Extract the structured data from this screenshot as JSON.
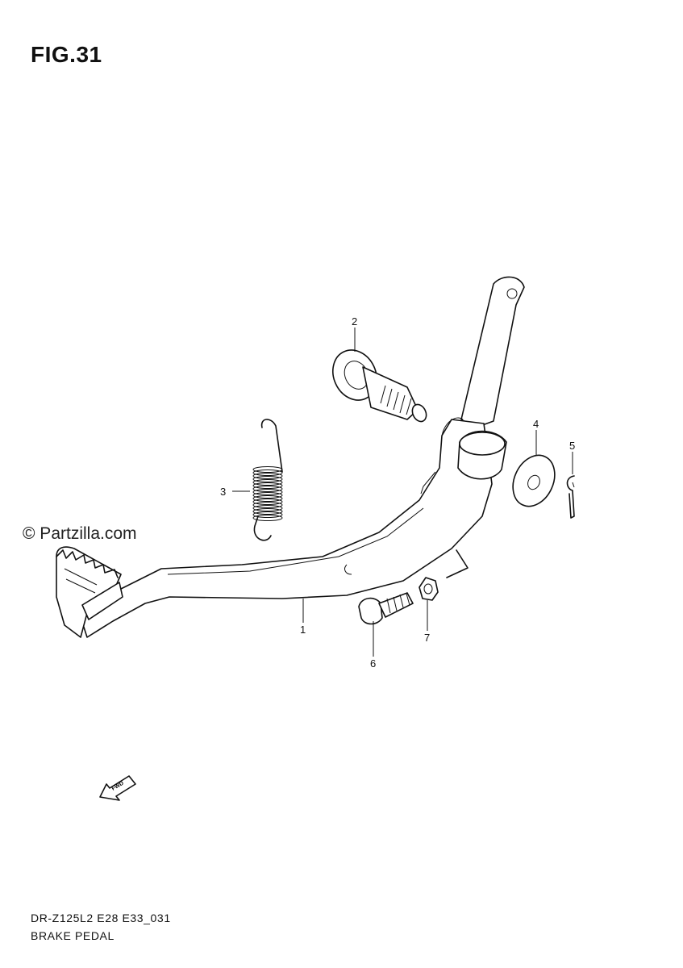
{
  "title": "FIG.31",
  "watermark": "© Partzilla.com",
  "footer": {
    "code": "DR-Z125L2 E28 E33_031",
    "name": "BRAKE PEDAL"
  },
  "fwd_label": "FWD",
  "callouts": [
    "1",
    "2",
    "3",
    "4",
    "5",
    "6",
    "7"
  ]
}
